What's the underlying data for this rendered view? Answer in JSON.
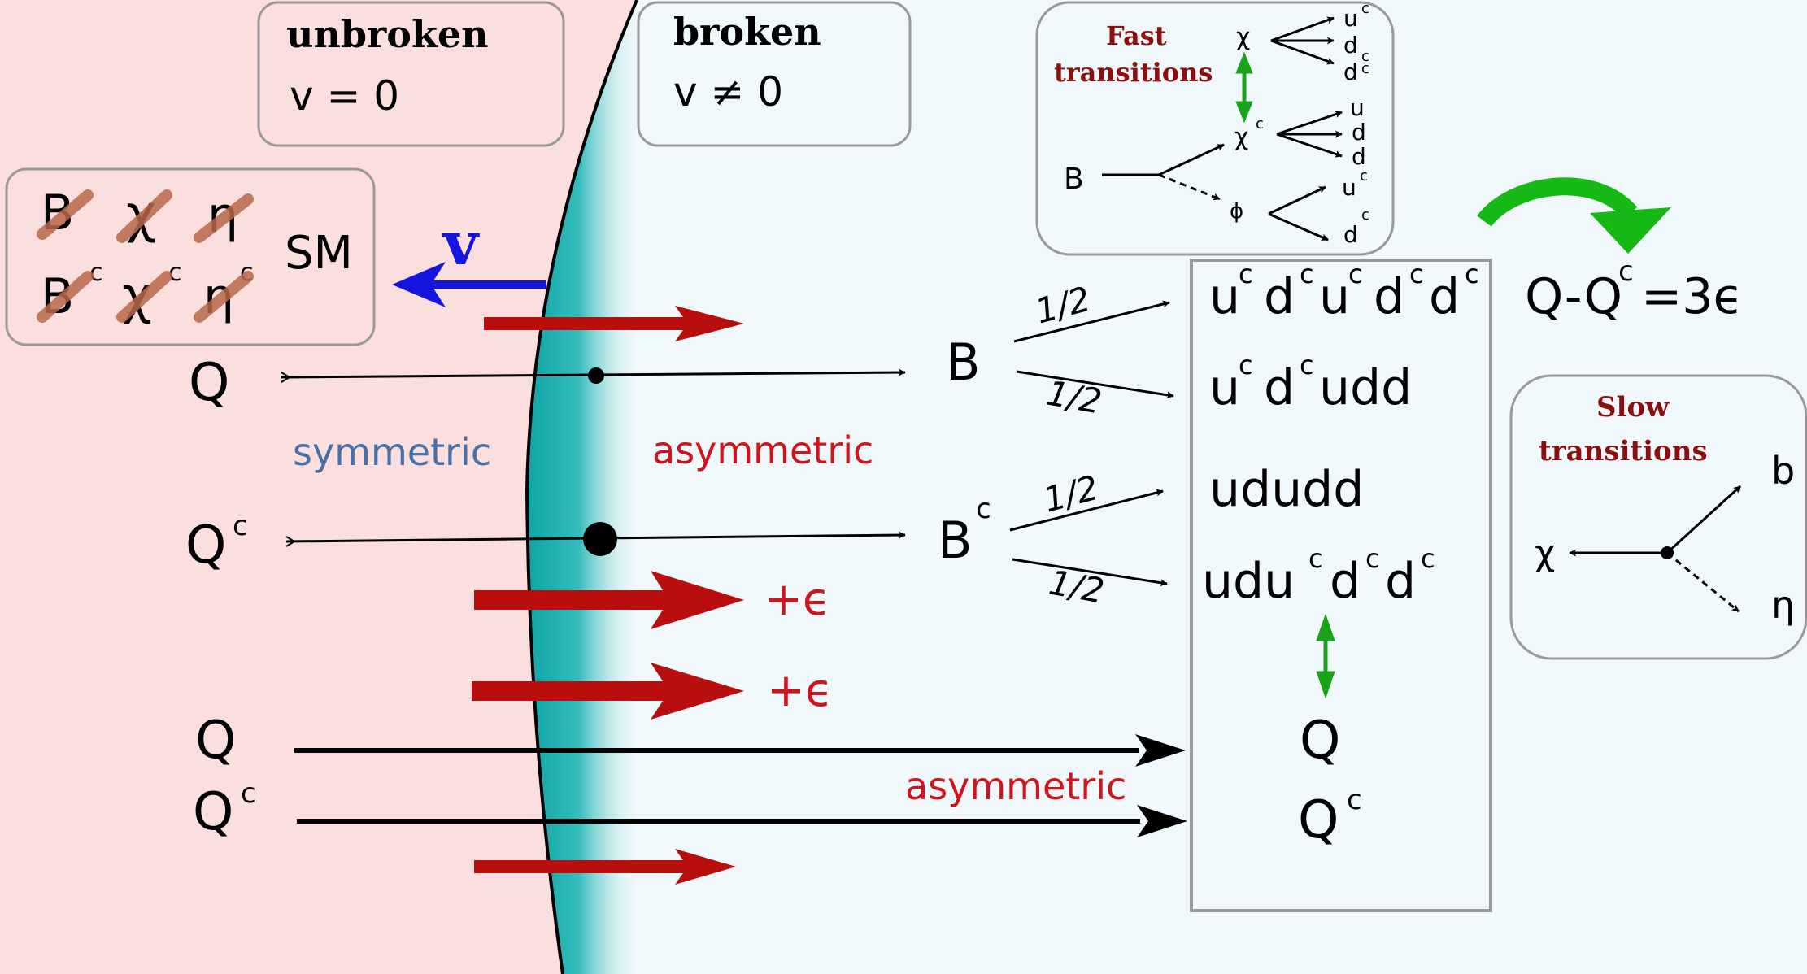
{
  "colors": {
    "unbroken_bg": "#fbdede",
    "broken_bg": "#f0f8fb",
    "wall": "#1aaeae",
    "red_arrow": "#b80e0e",
    "blue_arrow": "#1515e0",
    "green": "#1aa21a",
    "dark_red_text": "#8b0f0f",
    "symmetric_text": "#4a6fa5",
    "asymmetric_text": "#d0141e",
    "strike": "#b8694a"
  },
  "phases": {
    "unbroken": {
      "title": "unbroken",
      "condition": "v = 0"
    },
    "broken": {
      "title": "broken",
      "condition": "v ≠ 0"
    }
  },
  "particles_box": {
    "row1": [
      "B",
      "χ",
      "η"
    ],
    "row2": [
      "B",
      "χ",
      "η"
    ],
    "row2_sup": "c",
    "sm_label": "SM"
  },
  "wall_velocity_label": "v",
  "region_labels": {
    "symmetric": "symmetric",
    "asymmetric": "asymmetric"
  },
  "incoming": {
    "Q": "Q",
    "Qc": "Q",
    "Qc_sup": "c",
    "B": "B",
    "Bc": "B",
    "Bc_sup": "c"
  },
  "epsilon_labels": [
    "+ϵ",
    "+ϵ"
  ],
  "branching": [
    "1/2",
    "1/2",
    "1/2",
    "1/2"
  ],
  "final_states": {
    "row1": [
      "u",
      "d",
      "u",
      "d",
      "d"
    ],
    "row1_sup": "c",
    "row2": [
      "u",
      "d",
      "udd"
    ],
    "row3": "ududd",
    "row4_prefix": "udu",
    "row4": [
      "d",
      "d"
    ],
    "Q": "Q",
    "Qc": "Q"
  },
  "charge_relation": {
    "lhs": "Q-Q",
    "sup": "c",
    "rhs": "=3ϵ"
  },
  "fast_transitions": {
    "title_line1": "Fast",
    "title_line2": "transitions",
    "chi": "χ",
    "chi_c": "χ",
    "sup": "c",
    "B": "B",
    "phi": "ϕ",
    "chi_products": [
      "u",
      "d",
      "d"
    ],
    "chic_products": [
      "u",
      "d",
      "d"
    ],
    "phi_products": [
      "u",
      "d"
    ]
  },
  "slow_transitions": {
    "title_line1": "Slow",
    "title_line2": "transitions",
    "chi": "χ",
    "b": "b",
    "eta": "η"
  }
}
